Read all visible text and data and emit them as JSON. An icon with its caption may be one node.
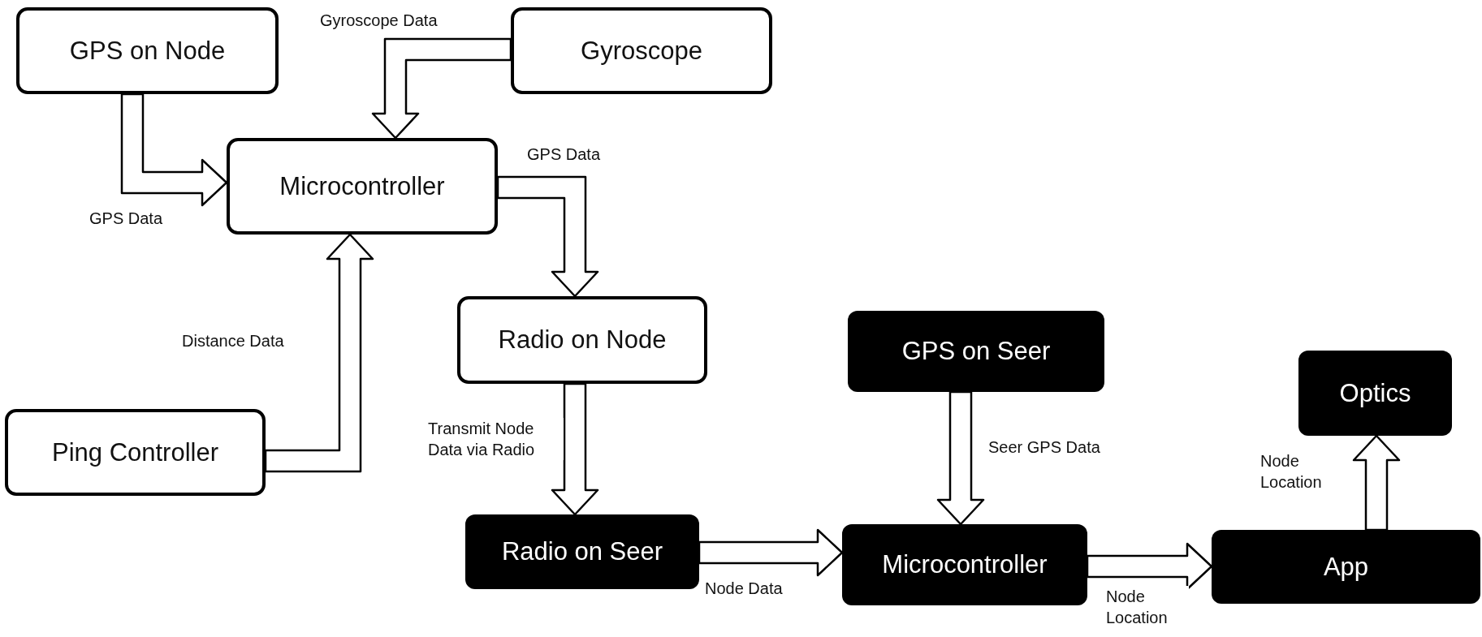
{
  "diagram": {
    "nodes": [
      {
        "text": [
          "GPS on Node"
        ]
      },
      {
        "text": [
          "Gyroscope"
        ]
      },
      {
        "text": [
          "Microcontroller"
        ]
      },
      {
        "text": [
          "Radio on Node"
        ]
      },
      {
        "text": [
          "Ping Controller"
        ]
      },
      {
        "text": [
          "GPS on Seer"
        ]
      },
      {
        "text": [
          "Optics"
        ]
      },
      {
        "text": [
          "Radio on Seer"
        ]
      },
      {
        "text": [
          "Microcontroller"
        ]
      },
      {
        "text": [
          "App"
        ]
      }
    ],
    "edges": [
      {
        "from": 0,
        "to": 2,
        "arrow": "to",
        "label": "GPS Data"
      },
      {
        "from": 1,
        "to": 2,
        "arrow": "to",
        "label": "Gyroscope Data"
      },
      {
        "from": 2,
        "to": 3,
        "arrow": "to",
        "label": "GPS Data"
      },
      {
        "from": 4,
        "to": 2,
        "arrow": "to",
        "label": "Distance Data"
      },
      {
        "from": 3,
        "to": 7,
        "arrow": "to",
        "label": "Transmit Node Data via Radio"
      },
      {
        "from": 7,
        "to": 8,
        "arrow": "to",
        "label": "Node Data"
      },
      {
        "from": 5,
        "to": 8,
        "arrow": "to",
        "label": "Seer GPS Data"
      },
      {
        "from": 8,
        "to": 9,
        "arrow": "to",
        "label": "Node Location"
      },
      {
        "from": 9,
        "to": 6,
        "arrow": "to",
        "label": "Node Location"
      }
    ]
  }
}
